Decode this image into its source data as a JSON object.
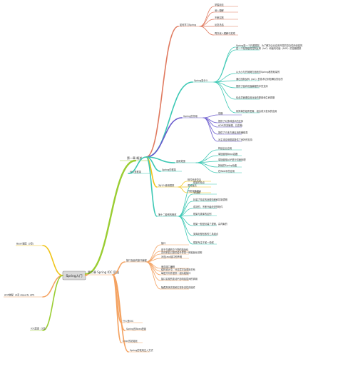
{
  "root": {
    "label": "Spring入门"
  },
  "branches": [
    {
      "id": "ch1",
      "label": "第一章 概述",
      "color": "#9acd32",
      "children": [
        {
          "label": "如何学习Spring",
          "color": "#e07a5f",
          "children": [
            "掌握用法",
            "深入理解",
            "不断实践",
            "反复总结",
            "再次深入理解与实践"
          ]
        },
        {
          "label": "Spring是什么",
          "color": "#3cc8b4",
          "children": [
            "Spring是一个开源框架，为了解决企业应用开发的复杂性而创建的",
            "是一个轻量级的控制反转（IoC）和面向切面（AOP）的容器框架",
            "从大小与开销两方面而言Spring都是轻量的",
            "通过控制反转（IoC）的技术达到松耦合的目的",
            "提供了面向切面编程的丰富支持",
            "包含并管理应用对象的配置和生命周期",
            "将简单的组件配置、组合成为复杂的应用"
          ]
        },
        {
          "label": "Spring的作用",
          "color": "#6a5acd",
          "children": [
            "容器",
            "提供了对多种技术的支持",
            "AOP(事务管理、日志等)",
            "提供了众多方便应用的辅助类",
            "对主流应用框架提供了良好的支持"
          ]
        },
        {
          "label": "适用范围",
          "color": "#3cc8b4",
          "children": [
            "构建企业应用",
            "单独使用Bean容器",
            "单独使用AOP进行切面处理",
            "其他的Spring功能",
            "在Web中的应用"
          ]
        },
        {
          "label": "Spring的框架",
          "color": "#3cc8b4",
          "children": []
        },
        {
          "label": "什么是框架",
          "color": "#3cc8b4",
          "children": []
        },
        {
          "label": "为什么使用框架",
          "color": "#f0c419",
          "children": [
            "软件系统复杂",
            "重用度高",
            "开发效率提高"
          ]
        },
        {
          "label": "第十二套别的概述",
          "color": "#3cc8b4",
          "children": [
            "框架的特点",
            "半成品",
            "封装了特定的处理流程和控制逻辑",
            "成熟的、不断升级改进的软件",
            "框架与类库的区别",
            "框架一般是封装了逻辑、高内聚的",
            "类库则是松散的工具组合",
            "框架专注于某一领域"
          ]
        }
      ]
    },
    {
      "id": "ch2",
      "label": "第二章 Spring IOC 容器",
      "color": "#f4a261",
      "children": [
        {
          "label": "接口及面向接口编程",
          "color": "#f4a261",
          "children": [
            "接口",
            "用于沟通的中介物的抽象化",
            "实体把自己提供给外界的一种抽象化说明",
            "对应Java接口即声明",
            "面向接口编程",
            "结构设计中，分清层次及调用关系",
            "每层只向外提供一组功能接口",
            "接口实现的变动不影响各层间的调用",
            "隐藏具体实现和实现多态性的组件"
          ]
        },
        {
          "label": "什么是IOC",
          "color": "#f4a261",
          "children": []
        },
        {
          "label": "Spring的Bean配置",
          "color": "#f4a261",
          "children": []
        },
        {
          "label": "Bean的初始化",
          "color": "#f4a261",
          "children": []
        },
        {
          "label": "Spring的常用注入方式",
          "color": "#f4a261",
          "children": []
        }
      ]
    },
    {
      "id": "ch3",
      "label": "Bean装配（3章）",
      "color": "#f0c419",
      "children": []
    },
    {
      "id": "ch4",
      "label": "AOP装配（4章 AspectJ, API）",
      "color": "#f4a261",
      "children": []
    },
    {
      "id": "ch5",
      "label": "IOC配置（5章）",
      "color": "#9acd32",
      "children": []
    }
  ]
}
